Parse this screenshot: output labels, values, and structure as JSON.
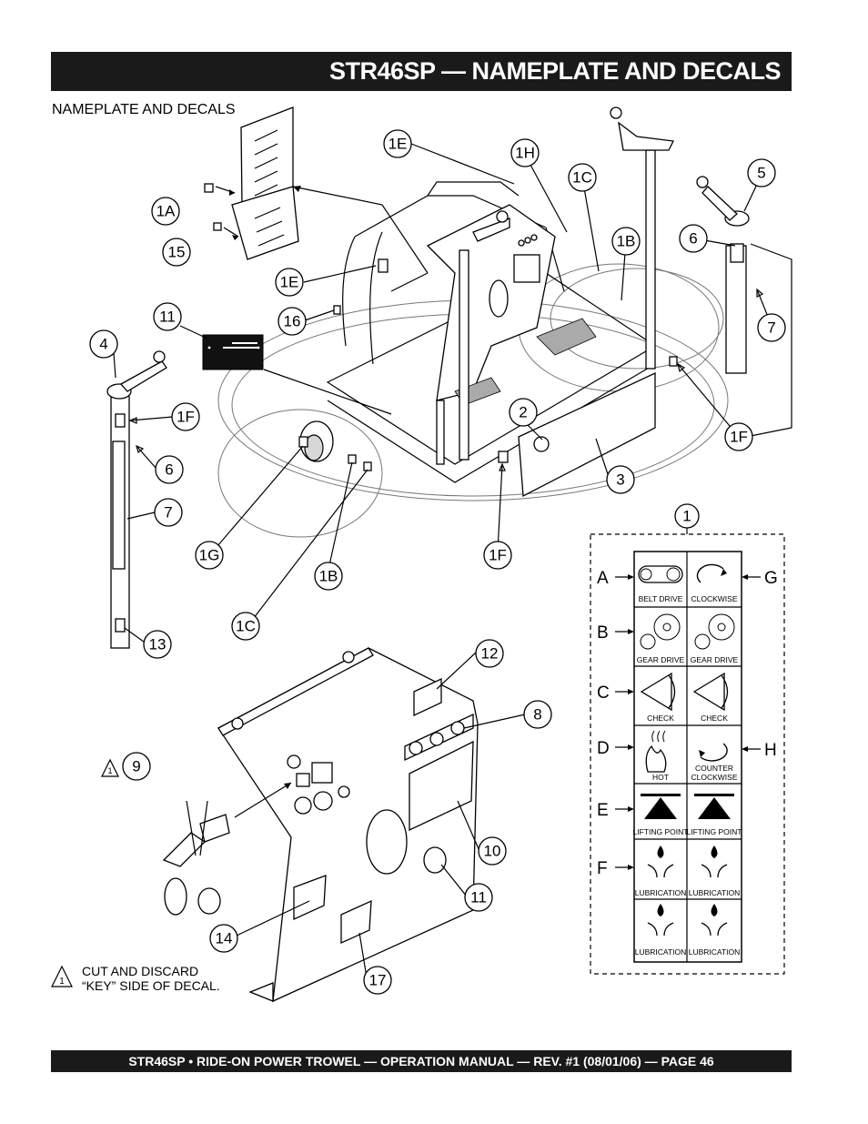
{
  "header": {
    "title": "STR46SP — NAMEPLATE AND DECALS"
  },
  "subtitle": "NAMEPLATE AND DECALS",
  "callouts": {
    "c1E_top": "1E",
    "c1H": "1H",
    "c1C_top": "1C",
    "c1B_top": "1B",
    "c5": "5",
    "c6_right": "6",
    "c7_right": "7",
    "c1A": "1A",
    "c15": "15",
    "c1E_mid": "1E",
    "c16": "16",
    "c11_top": "11",
    "c4": "4",
    "c1F_left": "1F",
    "c6_left": "6",
    "c7_left": "7",
    "c13": "13",
    "c2": "2",
    "c3": "3",
    "c1F_right": "1F",
    "c1F_bottom": "1F",
    "c1G": "1G",
    "c1B_bottom": "1B",
    "c1C_bottom": "1C",
    "c1_decals": "1",
    "c12": "12",
    "c8": "8",
    "c9": "9",
    "c10": "10",
    "c11_bottom": "11",
    "c14": "14",
    "c17": "17"
  },
  "decal_sheet": {
    "row_letters_left": [
      "A",
      "B",
      "C",
      "D",
      "E",
      "F"
    ],
    "row_letters_right": {
      "g": "G",
      "h": "H"
    },
    "cells": {
      "a_left": "BELT DRIVE",
      "a_right": "CLOCKWISE",
      "b_left": "GEAR DRIVE",
      "b_right": "GEAR DRIVE",
      "c_left": "CHECK",
      "c_right": "CHECK",
      "d_left": "HOT",
      "d_right_1": "COUNTER",
      "d_right_2": "CLOCKWISE",
      "e_left": "LIFTING POINT",
      "e_right": "LIFTING POINT",
      "f_left": "LUBRICATION",
      "f_right": "LUBRICATION",
      "g_left": "LUBRICATION",
      "g_right": "LUBRICATION"
    }
  },
  "note": {
    "marker": "1",
    "line1": "CUT AND DISCARD",
    "line2": "“KEY” SIDE OF DECAL."
  },
  "footer": {
    "text": "STR46SP • RIDE-ON POWER TROWEL — OPERATION MANUAL — REV. #1 (08/01/06) — PAGE 46"
  }
}
